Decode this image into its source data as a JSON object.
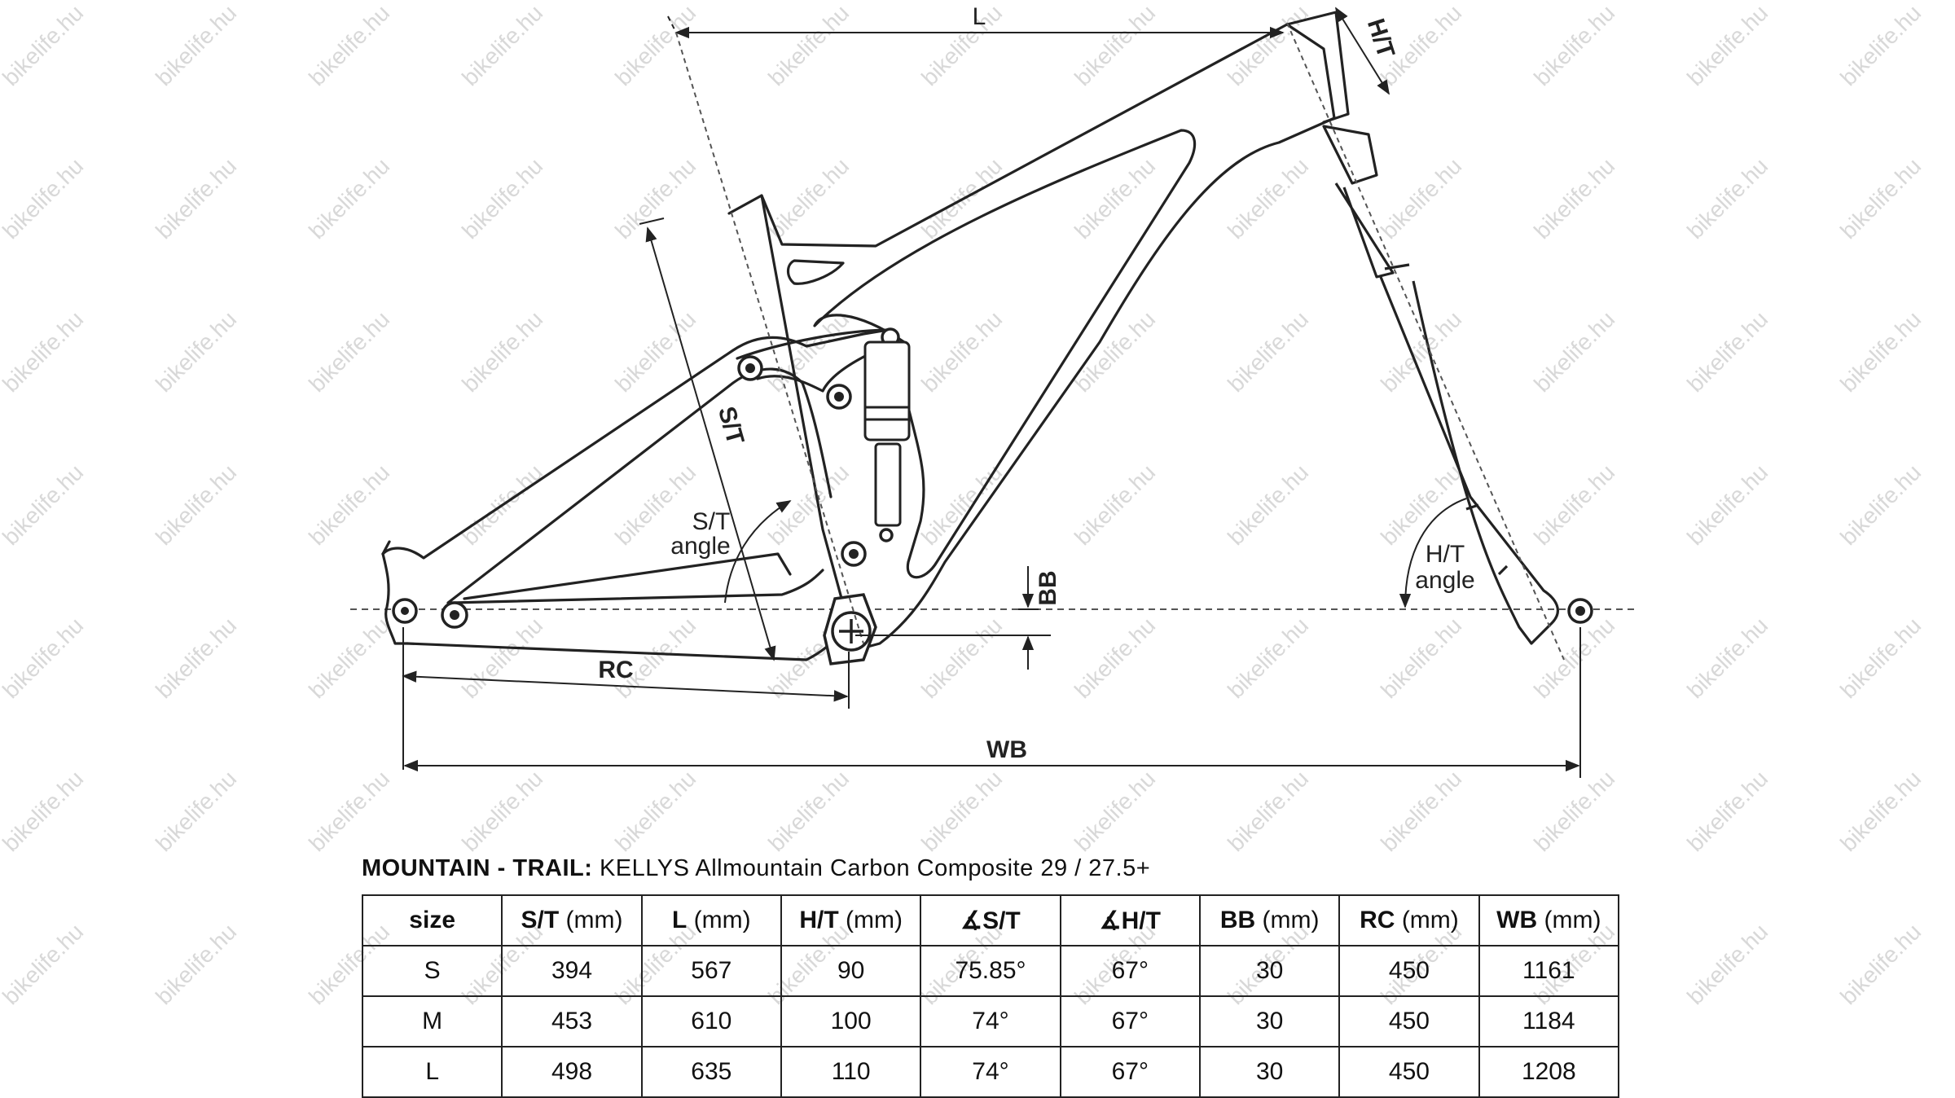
{
  "watermark": "bikelife.hu",
  "diagram_labels": {
    "l": "L",
    "ht_top": "H/T",
    "st": "S/T",
    "st_angle_1": "S/T",
    "st_angle_2": "angle",
    "bb": "BB",
    "rc": "RC",
    "wb": "WB",
    "ht_angle_1": "H/T",
    "ht_angle_2": "angle"
  },
  "caption": {
    "bold": "MOUNTAIN - TRAIL:",
    "rest": " KELLYS Allmountain Carbon Composite 29 / 27.5+"
  },
  "table": {
    "headers": [
      {
        "b": "size",
        "n": ""
      },
      {
        "b": "S/T",
        "n": " (mm)"
      },
      {
        "b": "L",
        "n": " (mm)"
      },
      {
        "b": "H/T",
        "n": " (mm)"
      },
      {
        "b": "∡S/T",
        "n": ""
      },
      {
        "b": "∡H/T",
        "n": ""
      },
      {
        "b": "BB",
        "n": " (mm)"
      },
      {
        "b": "RC",
        "n": " (mm)"
      },
      {
        "b": "WB",
        "n": " (mm)"
      }
    ],
    "rows": [
      [
        "S",
        "394",
        "567",
        "90",
        "75.85°",
        "67°",
        "30",
        "450",
        "1161"
      ],
      [
        "M",
        "453",
        "610",
        "100",
        "74°",
        "67°",
        "30",
        "450",
        "1184"
      ],
      [
        "L",
        "498",
        "635",
        "110",
        "74°",
        "67°",
        "30",
        "450",
        "1208"
      ]
    ]
  }
}
